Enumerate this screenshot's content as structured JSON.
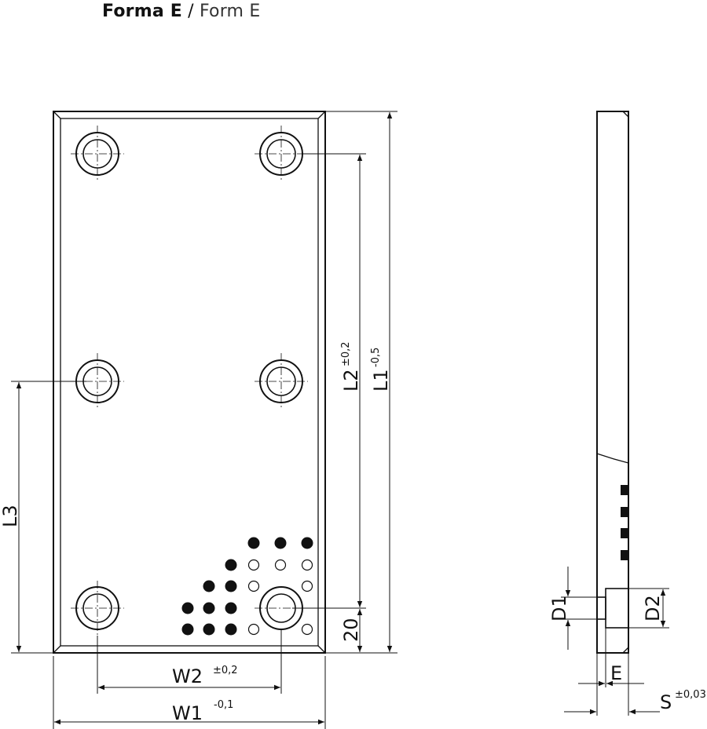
{
  "title": {
    "primary": "Forma E",
    "separator": " / ",
    "secondary": "Form E"
  },
  "dimensions": {
    "W1": {
      "name": "W1",
      "tol": "-0,1"
    },
    "W2": {
      "name": "W2",
      "tol": "±0,2"
    },
    "L1": {
      "name": "L1",
      "tol": "-0,5"
    },
    "L2": {
      "name": "L2",
      "tol": "±0,2"
    },
    "L3": {
      "name": "L3"
    },
    "edge": {
      "value": "20"
    },
    "D1": {
      "name": "D1"
    },
    "D2": {
      "name": "D2"
    },
    "E": {
      "name": "E"
    },
    "S": {
      "name": "S",
      "tol": "±0,03"
    }
  },
  "colors": {
    "line": "#111111",
    "paper": "#ffffff"
  }
}
